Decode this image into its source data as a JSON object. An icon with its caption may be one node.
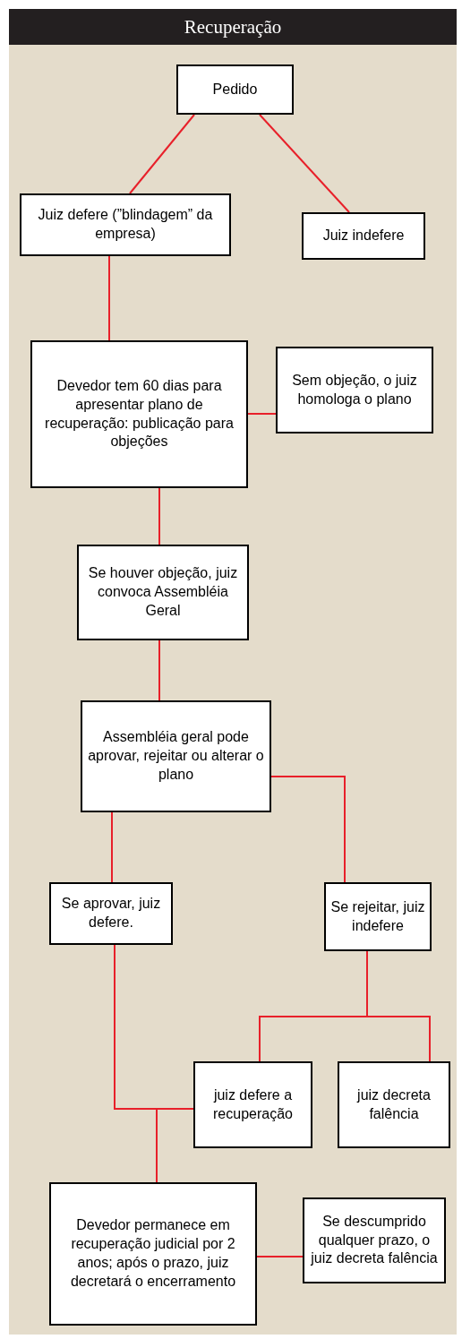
{
  "diagram": {
    "title": "Recuperação",
    "nodes": [
      {
        "text": [
          "Pedido"
        ]
      },
      {
        "text": [
          "Juiz defere (”blindagem” da empresa)"
        ]
      },
      {
        "text": [
          "Juiz indefere"
        ]
      },
      {
        "text": [
          "Devedor tem 60 dias para apresentar plano de recuperação: publicação para objeções"
        ]
      },
      {
        "text": [
          "Sem objeção, o juiz homologa o plano"
        ]
      },
      {
        "text": [
          "Se houver objeção, juiz convoca Assembléia Geral"
        ]
      },
      {
        "text": [
          "Assembléia geral pode aprovar, rejeitar ou alterar o plano"
        ]
      },
      {
        "text": [
          "Se aprovar, juiz defere."
        ]
      },
      {
        "text": [
          "Se rejeitar, juiz indefere"
        ]
      },
      {
        "text": [
          "juiz defere a recuperação"
        ]
      },
      {
        "text": [
          "juiz decreta falência"
        ]
      },
      {
        "text": [
          "Devedor permanece em recuperação judicial por 2 anos; após o prazo, juiz decretará o encerramento"
        ]
      },
      {
        "text": [
          "Se descumprido qualquer prazo, o juiz decreta falência"
        ]
      }
    ],
    "edges": [
      {
        "from": 0,
        "to": 1,
        "arrow": "none"
      },
      {
        "from": 0,
        "to": 2,
        "arrow": "none"
      },
      {
        "from": 1,
        "to": 3,
        "arrow": "none"
      },
      {
        "from": 3,
        "to": 4,
        "arrow": "none"
      },
      {
        "from": 3,
        "to": 5,
        "arrow": "none"
      },
      {
        "from": 5,
        "to": 6,
        "arrow": "none"
      },
      {
        "from": 6,
        "to": 7,
        "arrow": "none"
      },
      {
        "from": 6,
        "to": 8,
        "arrow": "none"
      },
      {
        "from": 8,
        "to": 9,
        "arrow": "none"
      },
      {
        "from": 8,
        "to": 10,
        "arrow": "none"
      },
      {
        "from": 7,
        "to": 11,
        "arrow": "none"
      },
      {
        "from": 9,
        "to": 11,
        "arrow": "none"
      },
      {
        "from": 11,
        "to": 12,
        "arrow": "none"
      }
    ]
  }
}
